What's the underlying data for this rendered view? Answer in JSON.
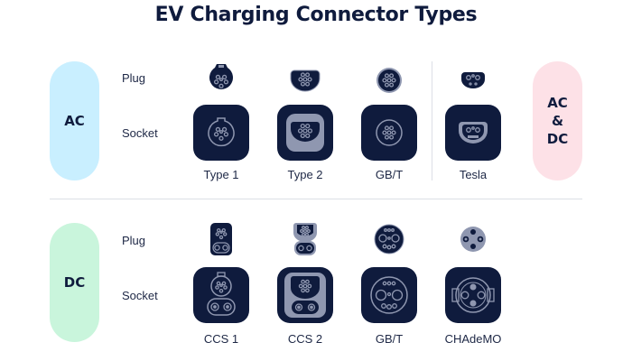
{
  "title": "EV Charging Connector Types",
  "colors": {
    "navy": "#0f1b3d",
    "pin": "#8f97b0",
    "ac": "#c9efff",
    "acdc": "#fde1e7",
    "dc": "#c9f5dc"
  },
  "groups": {
    "ac": {
      "label": "AC"
    },
    "acdc": {
      "line1": "AC",
      "line2": "&",
      "line3": "DC"
    },
    "dc": {
      "label": "DC"
    }
  },
  "row_labels": {
    "plug": "Plug",
    "socket": "Socket"
  },
  "ac_connectors": [
    {
      "name": "Type 1",
      "icon": "type1"
    },
    {
      "name": "Type 2",
      "icon": "type2"
    },
    {
      "name": "GB/T",
      "icon": "gbt-ac"
    },
    {
      "name": "Tesla",
      "icon": "tesla"
    }
  ],
  "dc_connectors": [
    {
      "name": "CCS 1",
      "icon": "ccs1"
    },
    {
      "name": "CCS 2",
      "icon": "ccs2"
    },
    {
      "name": "GB/T",
      "icon": "gbt-dc"
    },
    {
      "name": "CHAdeMO",
      "icon": "chademo"
    }
  ]
}
